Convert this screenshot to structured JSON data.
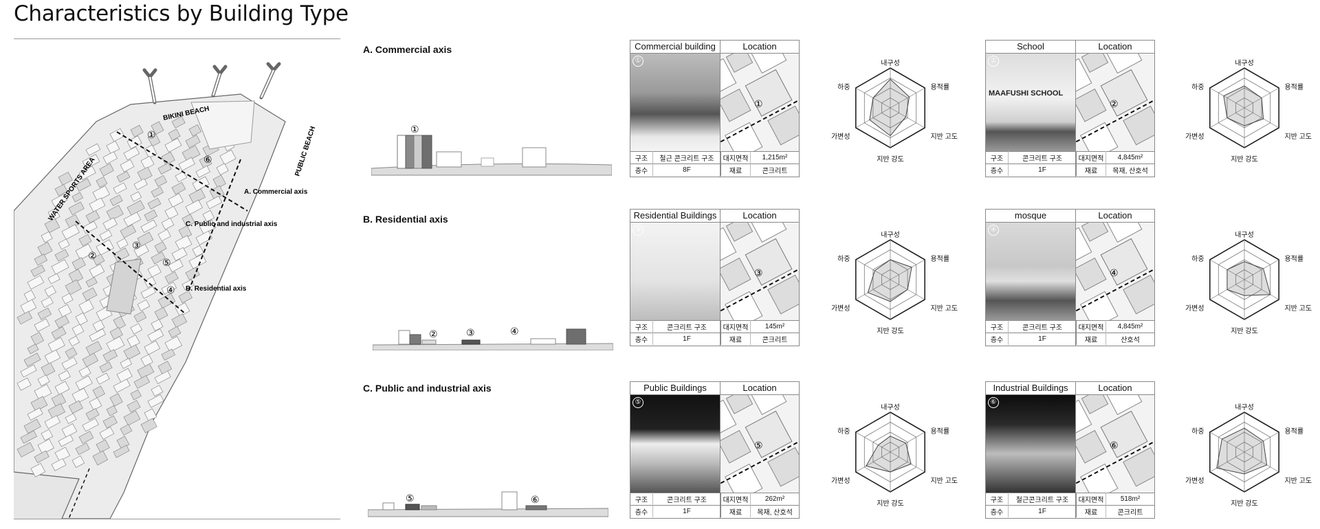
{
  "title": "Characteristics by Building Type",
  "map": {
    "labels": {
      "bikini": "BIKINI BEACH",
      "water": "WATER SPORTS AREA",
      "public": "PUBLIC BEACH",
      "axis_a": "A. Commercial axis",
      "axis_b": "B. Residential axis",
      "axis_c": "C. Public and industrial axis"
    },
    "markers": [
      "①",
      "②",
      "③",
      "④",
      "⑤",
      "⑥"
    ]
  },
  "sections": [
    {
      "title": "A. Commercial axis",
      "markers": [
        "①"
      ]
    },
    {
      "title": "B. Residential axis",
      "markers": [
        "②",
        "③",
        "④"
      ]
    },
    {
      "title": "C. Public and industrial axis",
      "markers": [
        "⑤",
        "⑥"
      ]
    }
  ],
  "cards": [
    {
      "name": "Commercial building",
      "location": "Location",
      "num": "①",
      "r1": [
        "구조",
        "철근 콘크리트 구조",
        "대지면적",
        "1,215m²"
      ],
      "r2": [
        "층수",
        "8F",
        "재료",
        "콘크리트"
      ],
      "sign": ""
    },
    {
      "name": "School",
      "location": "Location",
      "num": "②",
      "r1": [
        "구조",
        "콘크리트 구조",
        "대지면적",
        "4,845m²"
      ],
      "r2": [
        "층수",
        "1F",
        "재료",
        "목재, 산호석"
      ],
      "sign": "MAAFUSHI SCHOOL"
    },
    {
      "name": "Residential Buildings",
      "location": "Location",
      "num": "③",
      "r1": [
        "구조",
        "콘크리트 구조",
        "대지면적",
        "145m²"
      ],
      "r2": [
        "층수",
        "1F",
        "재료",
        "콘크리트"
      ],
      "sign": ""
    },
    {
      "name": "mosque",
      "location": "Location",
      "num": "④",
      "r1": [
        "구조",
        "콘크리트 구조",
        "대지면적",
        "4,845m²"
      ],
      "r2": [
        "층수",
        "1F",
        "재료",
        "산호석"
      ],
      "sign": ""
    },
    {
      "name": "Public Buildings",
      "location": "Location",
      "num": "⑤",
      "r1": [
        "구조",
        "콘크리트 구조",
        "대지면적",
        "262m²"
      ],
      "r2": [
        "층수",
        "1F",
        "재료",
        "목재, 산호석"
      ],
      "sign": ""
    },
    {
      "name": "Industrial Buildings",
      "location": "Location",
      "num": "⑥",
      "r1": [
        "구조",
        "철근콘크리트 구조",
        "대지면적",
        "518m²"
      ],
      "r2": [
        "층수",
        "1F",
        "재료",
        "콘크리트"
      ],
      "sign": ""
    }
  ],
  "radar": {
    "axes": [
      "내구성",
      "용적률",
      "지반 고도",
      "지반 강도",
      "가변성",
      "하중"
    ],
    "levels": 4,
    "values": [
      [
        0.72,
        0.55,
        0.45,
        0.7,
        0.6,
        0.5
      ],
      [
        0.55,
        0.5,
        0.55,
        0.45,
        0.5,
        0.6
      ],
      [
        0.5,
        0.62,
        0.5,
        0.55,
        0.65,
        0.45
      ],
      [
        0.45,
        0.55,
        0.75,
        0.4,
        0.5,
        0.5
      ],
      [
        0.4,
        0.45,
        0.6,
        0.5,
        0.7,
        0.35
      ],
      [
        0.6,
        0.55,
        0.65,
        0.55,
        0.8,
        0.65
      ]
    ]
  }
}
